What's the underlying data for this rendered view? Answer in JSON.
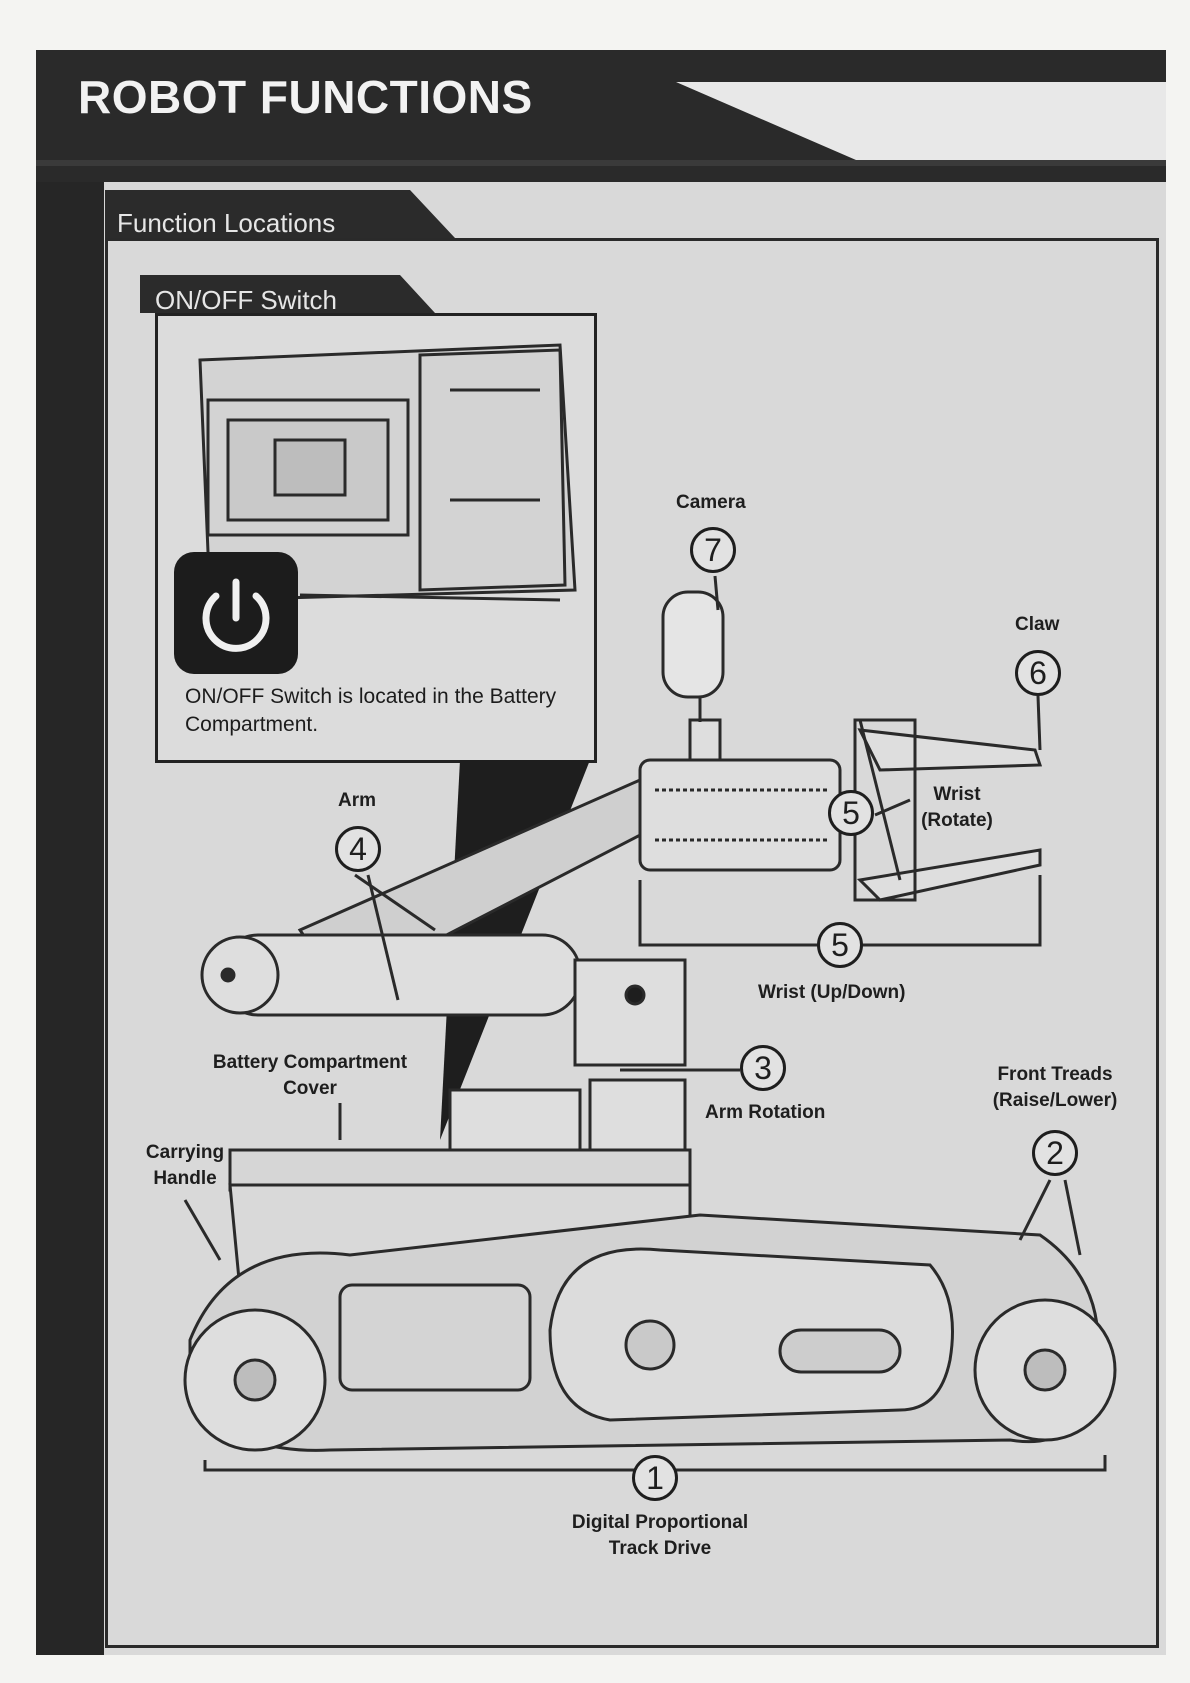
{
  "header": {
    "title": "ROBOT FUNCTIONS"
  },
  "section": {
    "title": "Function Locations"
  },
  "onoff": {
    "tab_label": "ON/OFF Switch",
    "caption": "ON/OFF Switch is located in the Battery Compartment."
  },
  "callouts": {
    "camera": {
      "number": "7",
      "label": "Camera"
    },
    "claw": {
      "number": "6",
      "label": "Claw"
    },
    "wrist_rotate": {
      "number": "5",
      "label_line1": "Wrist",
      "label_line2": "(Rotate)"
    },
    "wrist_updown": {
      "number": "5",
      "label": "Wrist (Up/Down)"
    },
    "arm": {
      "number": "4",
      "label": "Arm"
    },
    "arm_rotation": {
      "number": "3",
      "label": "Arm Rotation"
    },
    "front_treads": {
      "number": "2",
      "label_line1": "Front Treads",
      "label_line2": "(Raise/Lower)"
    },
    "track_drive": {
      "number": "1",
      "label_line1": "Digital Proportional",
      "label_line2": "Track Drive"
    },
    "battery_cover": {
      "label_line1": "Battery Compartment",
      "label_line2": "Cover"
    },
    "carrying_handle": {
      "label_line1": "Carrying",
      "label_line2": "Handle"
    }
  }
}
